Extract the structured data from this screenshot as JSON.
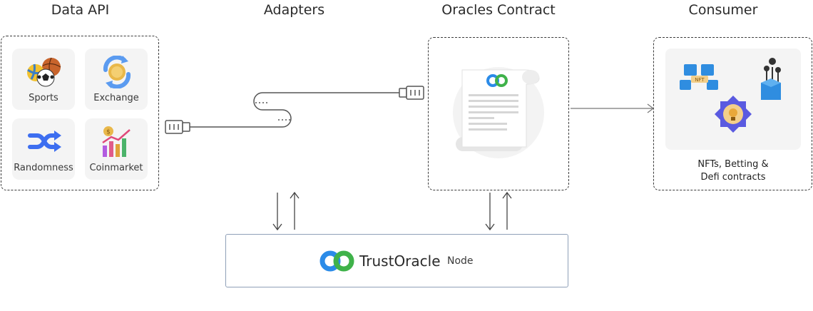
{
  "columns": {
    "data_api": "Data API",
    "adapters": "Adapters",
    "oracles_contract": "Oracles Contract",
    "consumer": "Consumer"
  },
  "data_api": {
    "items": [
      {
        "label": "Sports",
        "icon": "sports-balls-icon"
      },
      {
        "label": "Exchange",
        "icon": "exchange-coin-icon"
      },
      {
        "label": "Randomness",
        "icon": "shuffle-icon"
      },
      {
        "label": "Coinmarket",
        "icon": "bar-chart-coin-icon"
      }
    ]
  },
  "consumer": {
    "line1": "NFTs, Betting &",
    "line2": "Defi contracts",
    "icons": [
      "nft-blocks-icon",
      "network-cube-icon",
      "bulb-gear-icon"
    ]
  },
  "node": {
    "brand": "TrustOracle",
    "suffix": "Node",
    "logo": "trustoracle-logo-icon"
  },
  "colors": {
    "brand_blue": "#2b8be8",
    "brand_green": "#3fb24a",
    "border_dark": "#3a3a3a",
    "node_border": "#8fa0b8"
  }
}
